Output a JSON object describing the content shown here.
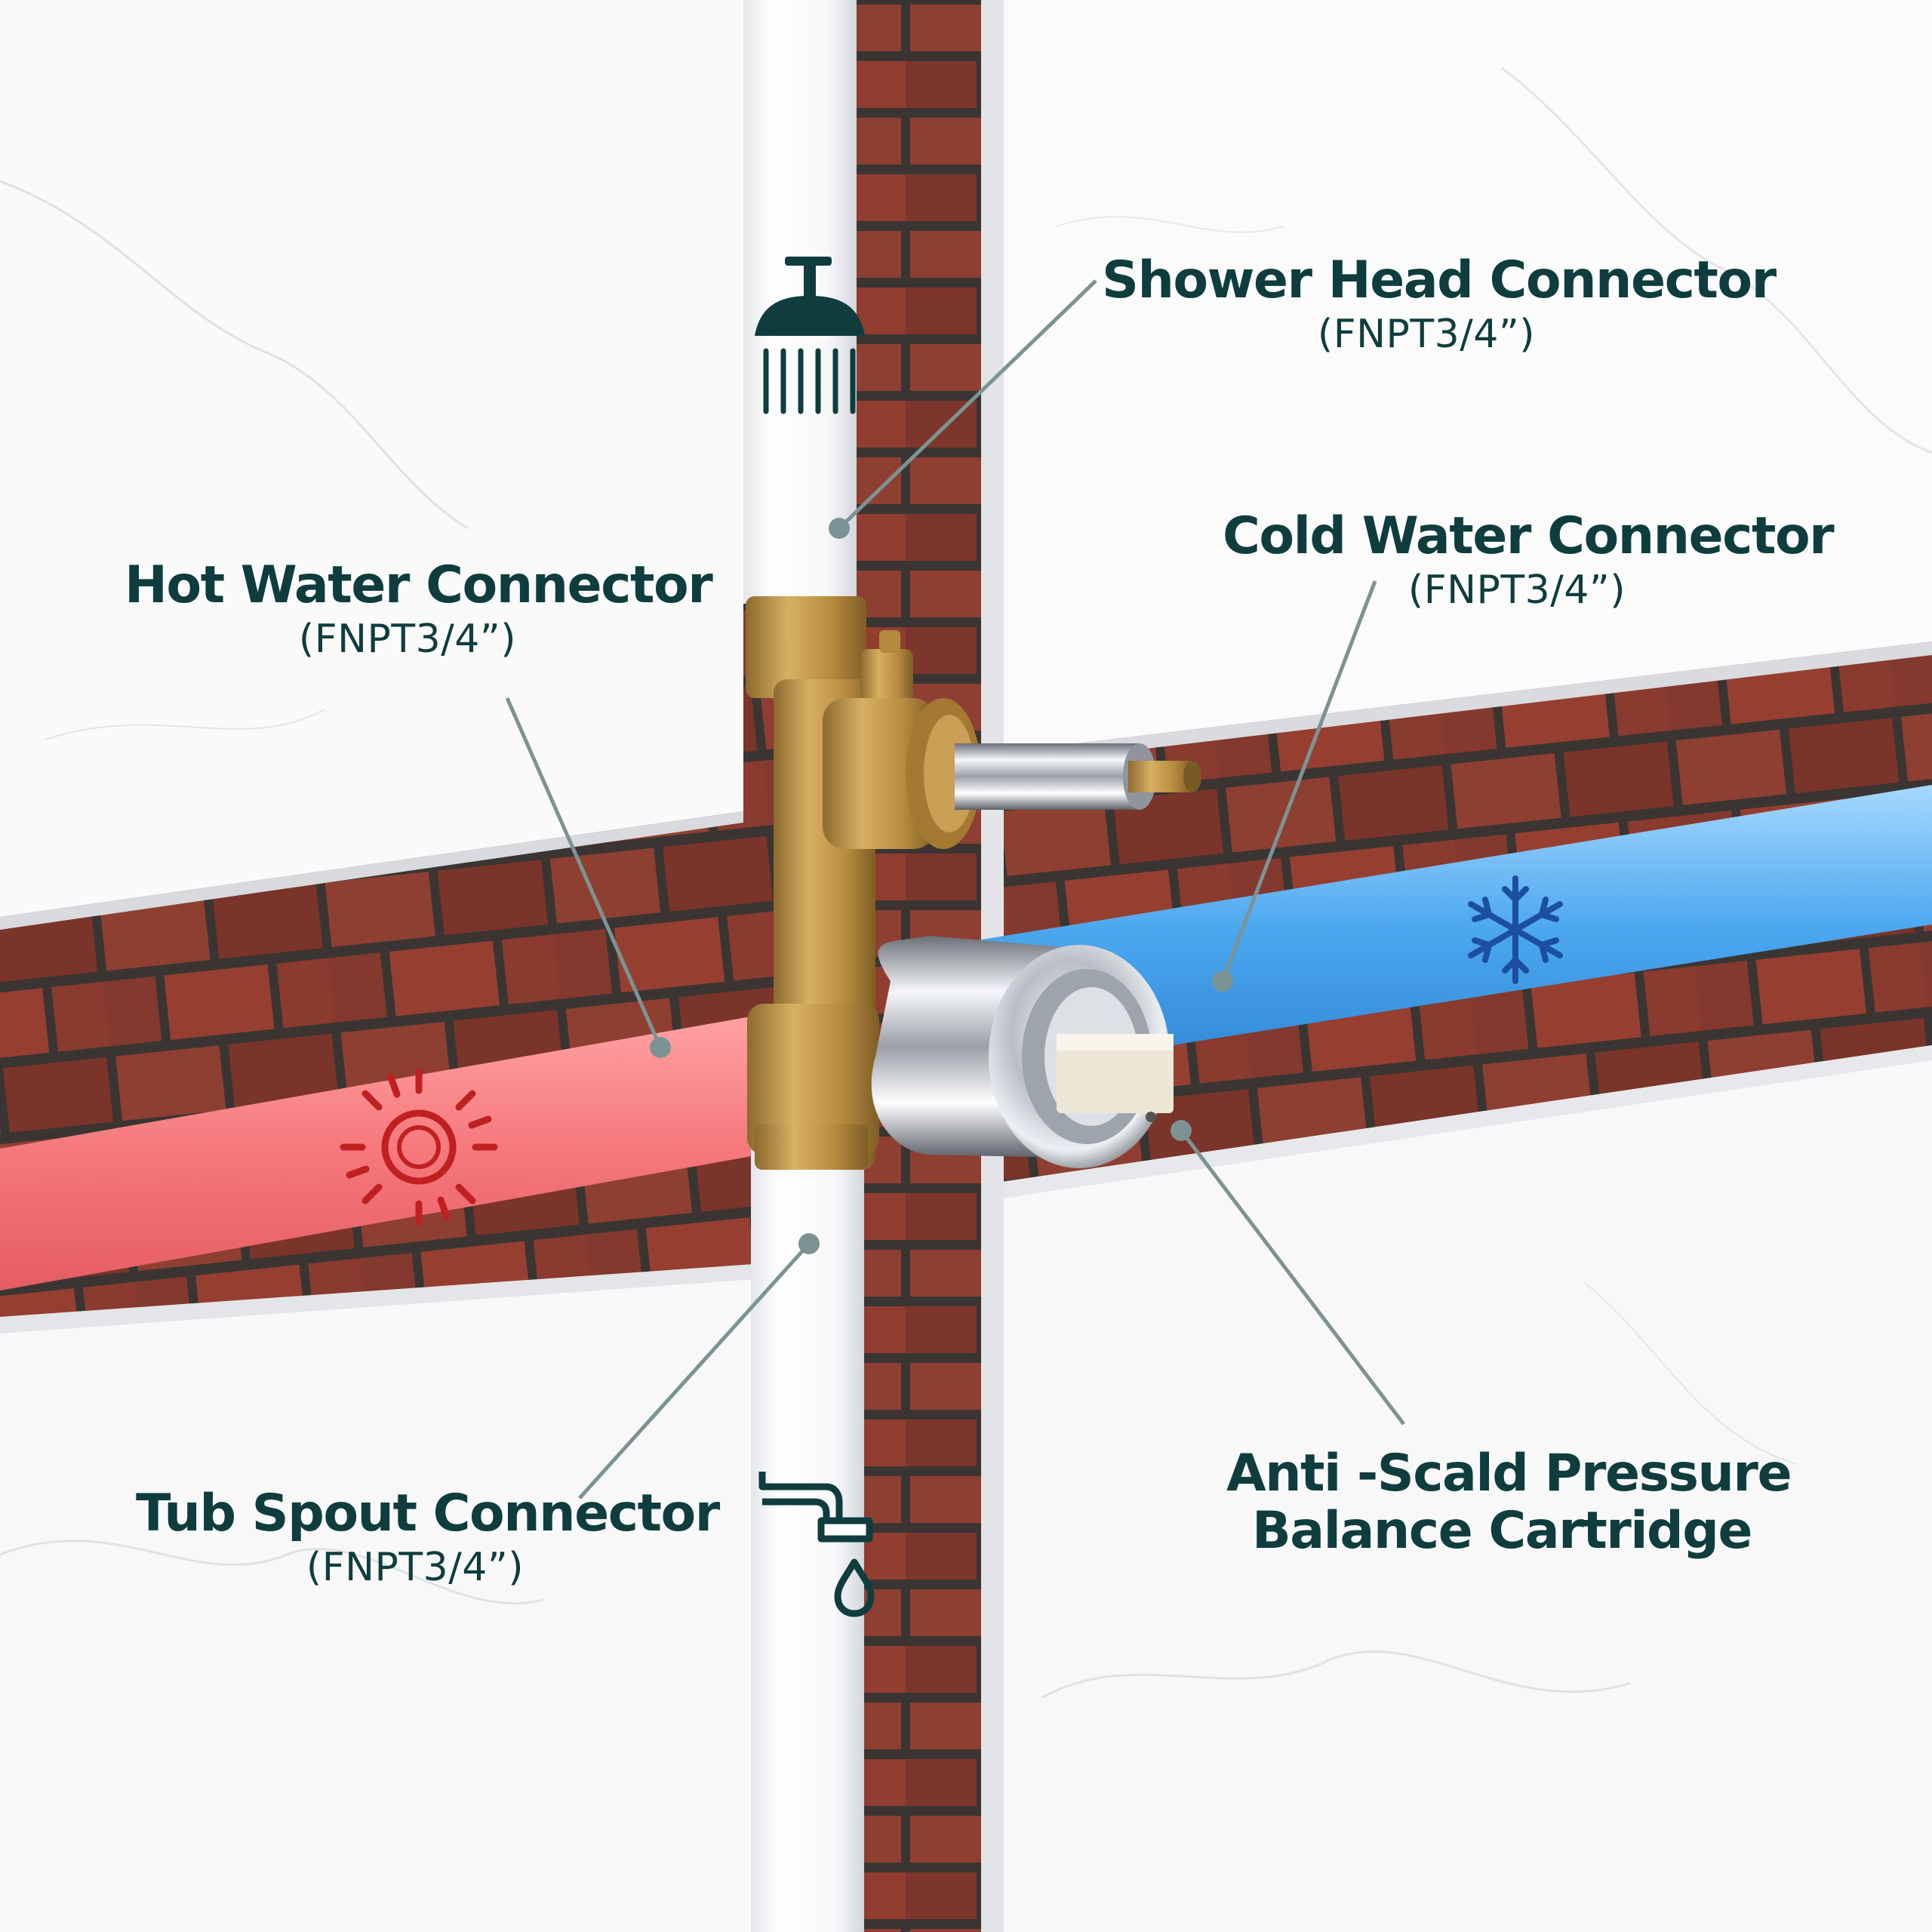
{
  "colors": {
    "label_text": "#0f3d3e",
    "leader_line": "#7c9393",
    "hot_pipe": "#f5787c",
    "cold_pipe": "#4aa7ee",
    "brick": "#8e3f32",
    "mortar": "#3a3533",
    "tile": "#fafafa",
    "brass": "#c79a4c",
    "hot_icon": "#c02020",
    "cold_icon": "#1d4fa0"
  },
  "labels": {
    "shower_head": {
      "title": "Shower Head Connector",
      "spec": "(FNPT3/4”)"
    },
    "cold_water": {
      "title": "Cold Water Connector",
      "spec": "(FNPT3/4”)"
    },
    "hot_water": {
      "title": "Hot Water Connector",
      "spec": "(FNPT3/4”)"
    },
    "tub_spout": {
      "title": "Tub Spout Connector",
      "spec": "(FNPT3/4”)"
    },
    "cartridge": {
      "title_line1": "Anti -Scald Pressure",
      "title_line2": "Balance Cartridge"
    }
  },
  "icons": {
    "shower": "shower-head-icon",
    "hot": "sun-icon",
    "cold": "snowflake-icon",
    "tub": "faucet-drop-icon"
  }
}
